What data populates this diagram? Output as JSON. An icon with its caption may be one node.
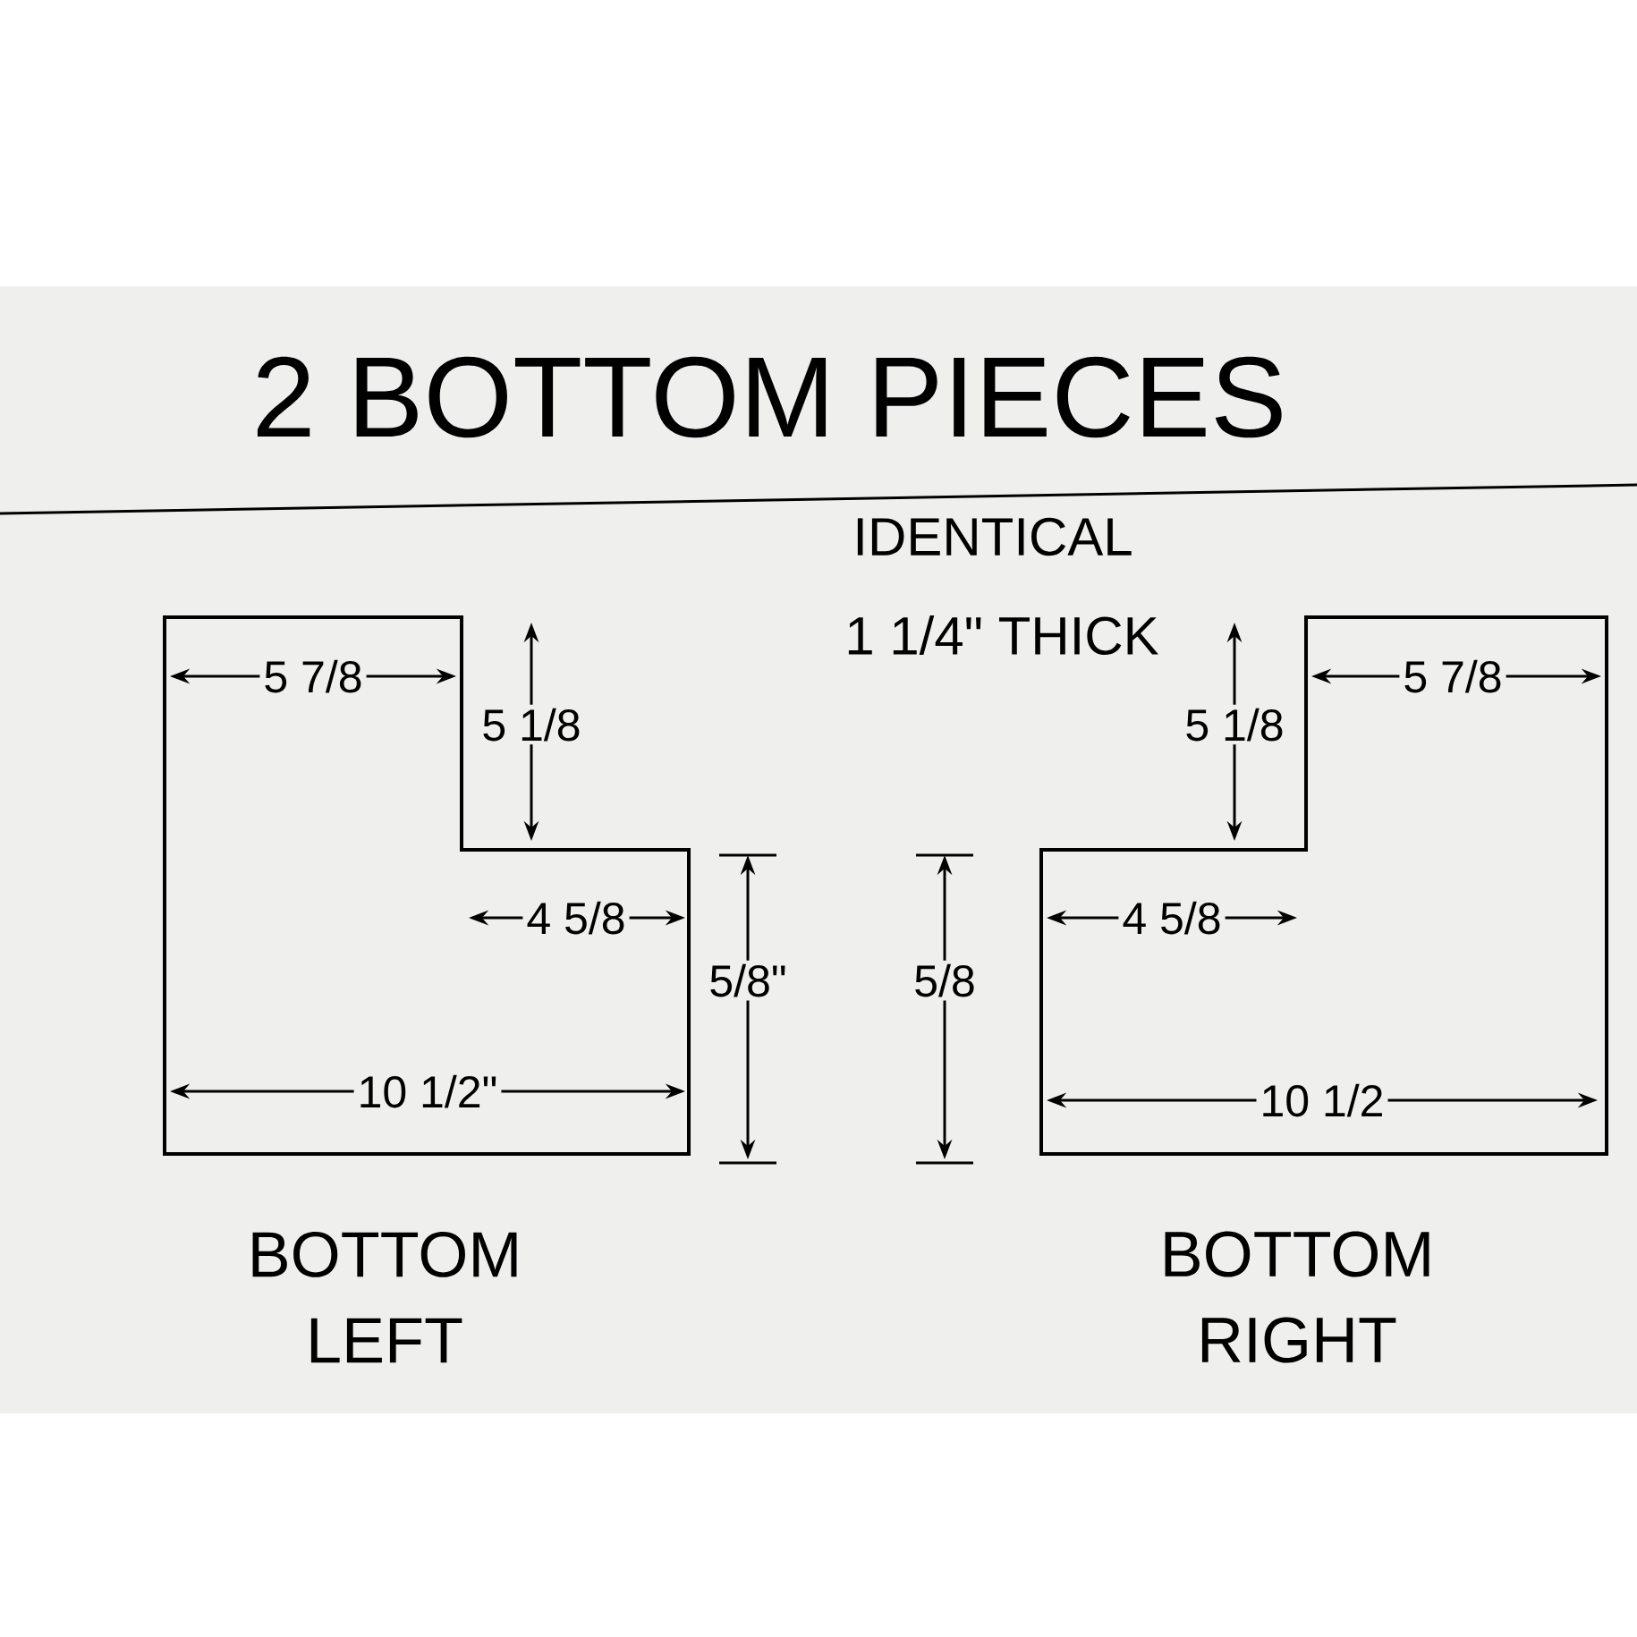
{
  "diagram": {
    "title": "2 BOTTOM PIECES",
    "nodes": [
      {
        "text": [
          "BOTTOM LEFT"
        ]
      },
      {
        "text": [
          "BOTTOM RIGHT"
        ]
      }
    ],
    "labels": [
      "IDENTICAL",
      "1 1/4\" THICK",
      "5 7/8",
      "5 1/8",
      "5 1/8",
      "5 7/8",
      "4 5/8",
      "5/8\"",
      "5/8",
      "4 5/8",
      "10 1/2\"",
      "10 1/2"
    ]
  }
}
